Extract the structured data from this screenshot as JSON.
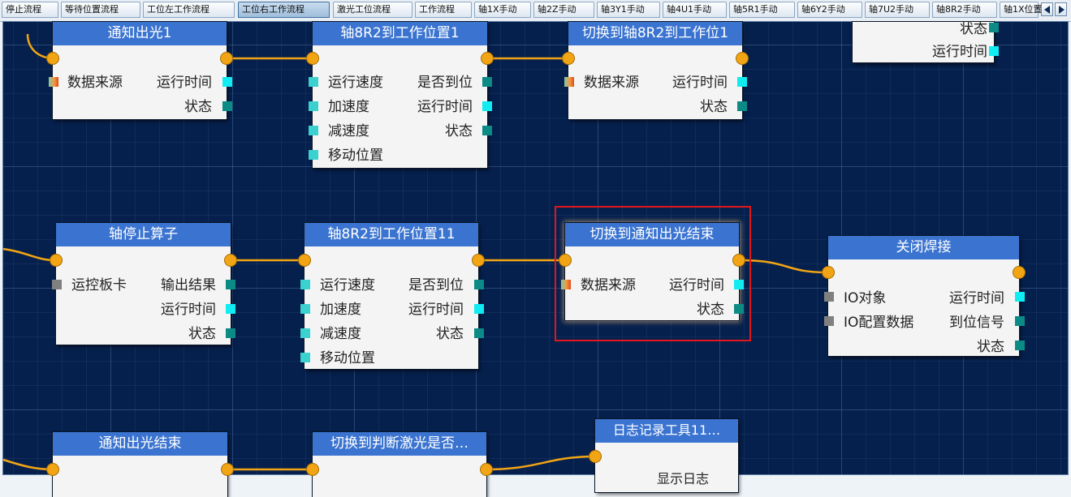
{
  "tabs": [
    {
      "label": "停止流程",
      "active": false
    },
    {
      "label": "等待位置流程",
      "active": false
    },
    {
      "label": "工位左工作流程",
      "active": false
    },
    {
      "label": "工位右工作流程",
      "active": true
    },
    {
      "label": "激光工位流程",
      "active": false
    },
    {
      "label": "工作流程",
      "active": false
    },
    {
      "label": "轴1X手动",
      "active": false
    },
    {
      "label": "轴2Z手动",
      "active": false
    },
    {
      "label": "轴3Y1手动",
      "active": false
    },
    {
      "label": "轴4U1手动",
      "active": false
    },
    {
      "label": "轴5R1手动",
      "active": false
    },
    {
      "label": "轴6Y2手动",
      "active": false
    },
    {
      "label": "轴7U2手动",
      "active": false
    },
    {
      "label": "轴8R2手动",
      "active": false
    },
    {
      "label": "轴1X位置",
      "active": false
    }
  ],
  "nodes": {
    "tongzhi1": {
      "title": "通知出光1",
      "in1": "数据来源",
      "out1": "运行时间",
      "out2": "状态"
    },
    "zhou8r2_1": {
      "title": "轴8R2到工作位置1",
      "in1": "运行速度",
      "in2": "加速度",
      "in3": "减速度",
      "in4": "移动位置",
      "out1": "是否到位",
      "out2": "运行时间",
      "out3": "状态"
    },
    "qiehuan1": {
      "title": "切换到轴8R2到工作位1",
      "in1": "数据来源",
      "out1": "运行时间",
      "out2": "状态"
    },
    "topright": {
      "out1": "状态",
      "out2": "运行时间"
    },
    "zhouting": {
      "title": "轴停止算子",
      "in1": "运控板卡",
      "out1": "输出结果",
      "out2": "运行时间",
      "out3": "状态"
    },
    "zhou8r2_11": {
      "title": "轴8R2到工作位置11",
      "in1": "运行速度",
      "in2": "加速度",
      "in3": "减速度",
      "in4": "移动位置",
      "out1": "是否到位",
      "out2": "运行时间",
      "out3": "状态"
    },
    "qiehuan_jieshu": {
      "title": "切换到通知出光结束",
      "in1": "数据来源",
      "out1": "运行时间",
      "out2": "状态"
    },
    "guanbi": {
      "title": "关闭焊接",
      "in1": "IO对象",
      "in2": "IO配置数据",
      "out1": "运行时间",
      "out2": "到位信号",
      "out3": "状态"
    },
    "tongzhi_jieshu": {
      "title": "通知出光结束"
    },
    "qiehuan_panduan": {
      "title": "切换到判断激光是否…"
    },
    "rizhi": {
      "title": "日志记录工具11…",
      "partial": "显示日志"
    }
  }
}
